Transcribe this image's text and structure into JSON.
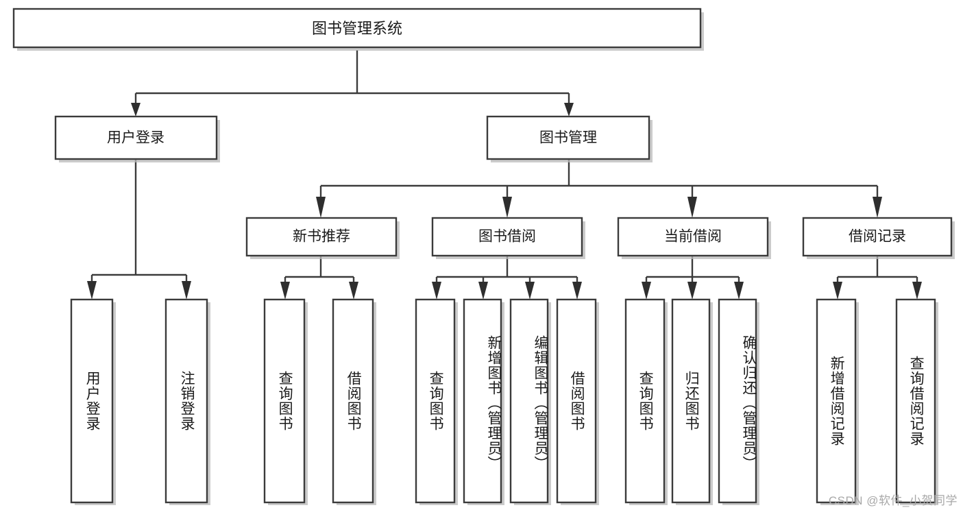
{
  "diagram": {
    "type": "tree",
    "title": "图书管理系统",
    "root": {
      "id": "root",
      "label": "图书管理系统",
      "orientation": "horizontal"
    },
    "level1": [
      {
        "id": "user-login",
        "label": "用户登录",
        "orientation": "horizontal"
      },
      {
        "id": "book-management",
        "label": "图书管理",
        "orientation": "horizontal"
      }
    ],
    "level2": [
      {
        "id": "new-book-recommend",
        "label": "新书推荐",
        "orientation": "horizontal",
        "parent": "book-management"
      },
      {
        "id": "book-borrow",
        "label": "图书借阅",
        "orientation": "horizontal",
        "parent": "book-management"
      },
      {
        "id": "current-borrow",
        "label": "当前借阅",
        "orientation": "horizontal",
        "parent": "book-management"
      },
      {
        "id": "borrow-record",
        "label": "借阅记录",
        "orientation": "horizontal",
        "parent": "book-management"
      }
    ],
    "leaves": [
      {
        "id": "leaf-user-login",
        "label": "用户登录",
        "orientation": "vertical",
        "parent": "user-login"
      },
      {
        "id": "leaf-logout",
        "label": "注销登录",
        "orientation": "vertical",
        "parent": "user-login"
      },
      {
        "id": "leaf-query-book-1",
        "label": "查询图书",
        "orientation": "vertical",
        "parent": "new-book-recommend"
      },
      {
        "id": "leaf-borrow-book-1",
        "label": "借阅图书",
        "orientation": "vertical",
        "parent": "new-book-recommend"
      },
      {
        "id": "leaf-query-book-2",
        "label": "查询图书",
        "orientation": "vertical",
        "parent": "book-borrow"
      },
      {
        "id": "leaf-add-book",
        "label": "新增图书（管理员）",
        "orientation": "vertical",
        "parent": "book-borrow"
      },
      {
        "id": "leaf-edit-book",
        "label": "编辑图书（管理员）",
        "orientation": "vertical",
        "parent": "book-borrow"
      },
      {
        "id": "leaf-borrow-book-2",
        "label": "借阅图书",
        "orientation": "vertical",
        "parent": "book-borrow"
      },
      {
        "id": "leaf-query-book-3",
        "label": "查询图书",
        "orientation": "vertical",
        "parent": "current-borrow"
      },
      {
        "id": "leaf-return-book",
        "label": "归还图书",
        "orientation": "vertical",
        "parent": "current-borrow"
      },
      {
        "id": "leaf-confirm-return",
        "label": "确认归还（管理员）",
        "orientation": "vertical",
        "parent": "current-borrow"
      },
      {
        "id": "leaf-add-record",
        "label": "新增借阅记录",
        "orientation": "vertical",
        "parent": "borrow-record"
      },
      {
        "id": "leaf-query-record",
        "label": "查询借阅记录",
        "orientation": "vertical",
        "parent": "borrow-record"
      }
    ],
    "colors": {
      "box_stroke": "#3b3b3b",
      "box_fill": "#ffffff",
      "text": "#1a1a1a",
      "edge": "#3b3b3b",
      "arrow": "#2e2e2e",
      "shadow": "#b9b9b9",
      "watermark": "#a8a8a8",
      "background": "#ffffff"
    }
  },
  "watermark": {
    "text": "CSDN @软件_小贺同学"
  }
}
